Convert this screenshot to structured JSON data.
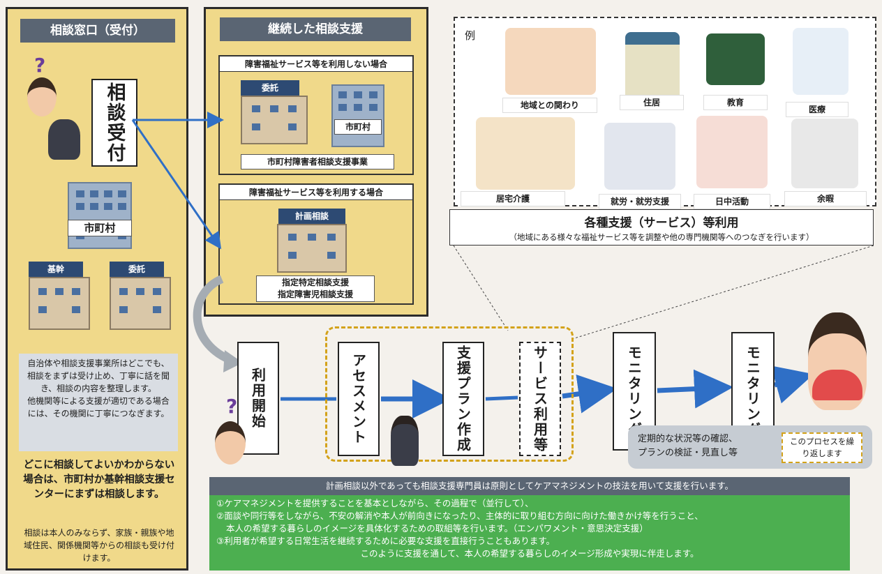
{
  "left_panel": {
    "header": "相談窓口（受付）",
    "reception_label": "相談受付",
    "city_label": "市町村",
    "kikan_label": "基幹",
    "itaku_label": "委託",
    "desc": "自治体や相談支援事業所はどこでも、相談をまずは受け止め、丁寧に話を聞き、相談の内容を整理します。\n他機関等による支援が適切である場合には、その機関に丁寧につなぎます。",
    "bold_note": "どこに相談してよいかわからない場合は、市町村か基幹相談支援センターにまずは相談します。",
    "note": "相談は本人のみならず、家族・親族や地域住民、関係機関等からの相談も受け付けます。"
  },
  "middle_panel": {
    "header": "継続した相談支援",
    "case1_title": "障害福祉サービス等を利用しない場合",
    "case1_itaku": "委託",
    "case1_city": "市町村",
    "case1_caption": "市町村障害者相談支援事業",
    "case2_title": "障害福祉サービス等を利用する場合",
    "case2_tag": "計画相談",
    "case2_caption_1": "指定特定相談支援",
    "case2_caption_2": "指定障害児相談支援"
  },
  "examples": {
    "label": "例",
    "items": [
      "地域との関わり",
      "住居",
      "教育",
      "医療",
      "居宅介護",
      "就労・就労支援",
      "日中活動",
      "余暇"
    ],
    "title": "各種支援（サービス）等利用",
    "subtitle": "（地域にある様々な福祉サービス等を調整や他の専門機関等へのつなぎを行います）"
  },
  "process": {
    "start": "利用開始",
    "assessment": "アセスメント",
    "plan": "支援プラン作成",
    "service": "サービス利用等",
    "monitoring1": "モニタリング",
    "monitoring2": "モニタリング",
    "monitoring_note_1": "定期的な状況等の確認、",
    "monitoring_note_2": "プランの検証・見直し等",
    "repeat": "このプロセスを繰り返します"
  },
  "bottom": {
    "header": "計画相談以外であっても相談支援専門員は原則としてケアマネジメントの技法を用いて支援を行います。",
    "line1": "①ケアマネジメントを提供することを基本としながら、その過程で（並行して）、",
    "line2": "②面談や同行等をしながら、不安の解消や本人が前向きになったり、主体的に取り組む方向に向けた働きかけ等を行うこと、",
    "line3": "本人の希望する暮らしのイメージを具体化するための取組等を行います。（エンパワメント・意思決定支援）",
    "line4": "③利用者が希望する日常生活を継続するために必要な支援を直接行うこともあります。",
    "line5": "このように支援を通して、本人の希望する暮らしのイメージ形成や実現に伴走します。"
  },
  "colors": {
    "panel_yellow": "#f0d98a",
    "header_gray": "#5a6573",
    "arrow_blue": "#2f6fc6",
    "bottom_green": "#4caf50",
    "bottom_header": "#5a6573"
  }
}
